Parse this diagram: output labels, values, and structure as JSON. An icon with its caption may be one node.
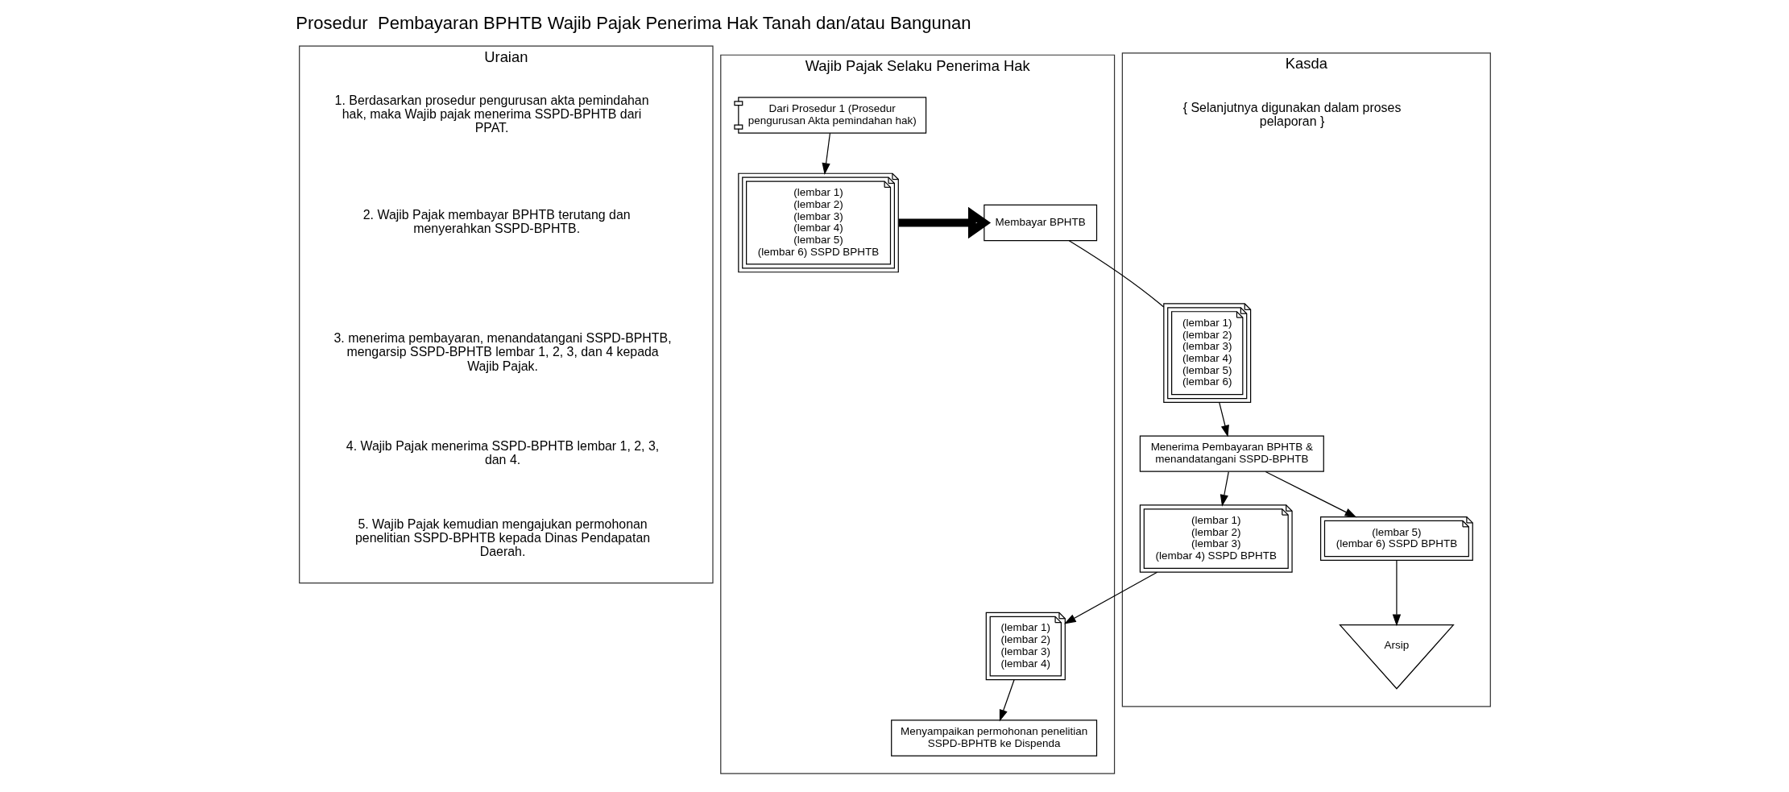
{
  "diagram": {
    "title": "Prosedur  Pembayaran BPHTB Wajib Pajak Penerima Hak Tanah dan/atau Bangunan",
    "nodes": [
      {
        "text": [
          "Uraian"
        ]
      },
      {
        "text": [
          "Wajib Pajak Selaku Penerima Hak"
        ]
      },
      {
        "text": [
          "Kasda"
        ]
      },
      {
        "text": [
          "Dari Prosedur 1 (Prosedur pengurusan Akta pemindahan hak)"
        ],
        "in": 1
      },
      {
        "text": [
          "(lembar 1)",
          "(lembar 2)",
          "(lembar 3)",
          "(lembar 4)",
          "(lembar 5)",
          "(lembar 6) SSPD BPHTB"
        ],
        "in": 1
      },
      {
        "text": [
          "Membayar BPHTB"
        ],
        "in": 1
      },
      {
        "text": [
          "(lembar 1)",
          "(lembar 2)",
          "(lembar 3)",
          "(lembar 4)",
          "(lembar 5)",
          "(lembar 6)"
        ],
        "in": 2
      },
      {
        "text": [
          "Menerima Pembayaran BPHTB & menandatangani SSPD-BPHTB"
        ],
        "in": 2
      },
      {
        "text": [
          "(lembar 1)",
          "(lembar 2)",
          "(lembar 3)",
          "(lembar 4) SSPD BPHTB"
        ],
        "in": 2
      },
      {
        "text": [
          "(lembar 5)",
          "(lembar 6) SSPD BPHTB"
        ],
        "in": 2
      },
      {
        "text": [
          "Arsip"
        ],
        "in": 2
      },
      {
        "text": [
          "(lembar 1)",
          "(lembar 2)",
          "(lembar 3)",
          "(lembar 4)"
        ],
        "in": 1
      },
      {
        "text": [
          "Menyampaikan permohonan penelitian SSPD-BPHTB ke Dispenda"
        ],
        "in": 1
      }
    ],
    "edges": [
      {
        "from": 3,
        "to": 4,
        "arrow": "to"
      },
      {
        "from": 4,
        "to": 5,
        "arrow": "to",
        "style": "thick"
      },
      {
        "from": 5,
        "to": 6,
        "arrow": "none"
      },
      {
        "from": 6,
        "to": 7,
        "arrow": "to"
      },
      {
        "from": 7,
        "to": 8,
        "arrow": "to"
      },
      {
        "from": 7,
        "to": 9,
        "arrow": "to"
      },
      {
        "from": 9,
        "to": 10,
        "arrow": "to"
      },
      {
        "from": 8,
        "to": 11,
        "arrow": "to"
      },
      {
        "from": 11,
        "to": 12,
        "arrow": "to"
      }
    ],
    "labels": [
      "1. Berdasarkan prosedur pengurusan akta pemindahan hak, maka Wajib pajak menerima SSPD-BPHTB dari PPAT.",
      "2. Wajib Pajak membayar BPHTB terutang dan menyerahkan SSPD-BPHTB.",
      "3. menerima pembayaran, menandatangani SSPD-BPHTB, mengarsip SSPD-BPHTB lembar 1, 2, 3, dan 4 kepada Wajib Pajak.",
      "4. Wajib Pajak menerima SSPD-BPHTB lembar 1, 2, 3, dan 4.",
      "5. Wajib Pajak kemudian mengajukan permohonan penelitian SSPD-BPHTB kepada Dinas Pendapatan Daerah.",
      "{ Selanjutnya digunakan dalam proses pelaporan }"
    ]
  }
}
